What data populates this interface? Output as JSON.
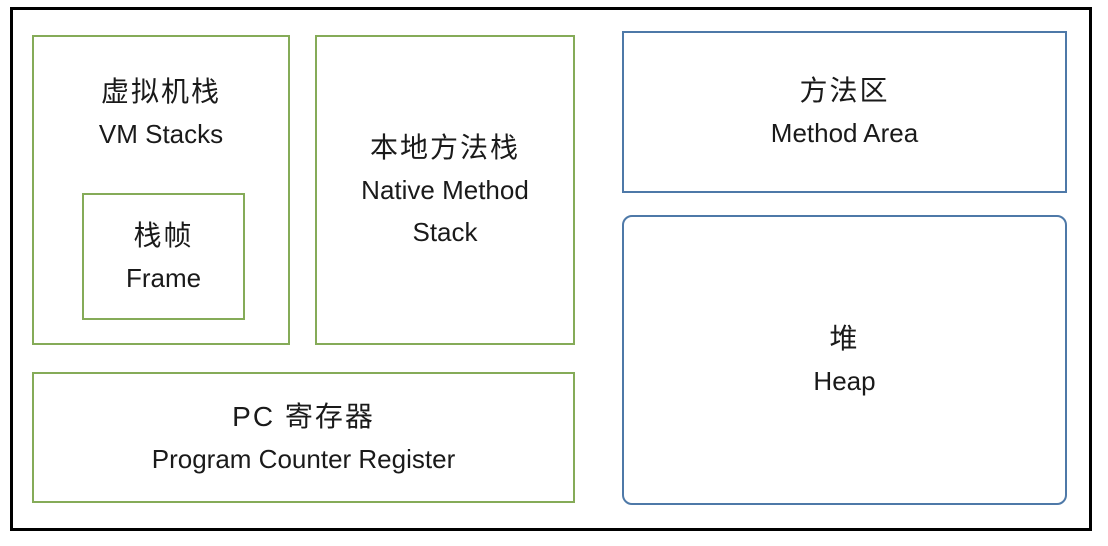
{
  "diagram": {
    "colors": {
      "outer_border": "#000000",
      "green_border": "#85ab58",
      "blue_border": "#4e79a8",
      "text": "#1a1a1a",
      "background": "#ffffff"
    },
    "boxes": {
      "vm_stacks": {
        "lines": [
          "虚拟机栈",
          "VM Stacks"
        ]
      },
      "frame": {
        "lines": [
          "栈帧",
          "Frame"
        ]
      },
      "native_method_stack": {
        "lines": [
          "本地方法栈",
          "Native Method",
          "Stack"
        ]
      },
      "pc_register": {
        "lines": [
          "PC  寄存器",
          "Program Counter Register"
        ]
      },
      "method_area": {
        "lines": [
          "方法区",
          "Method Area"
        ]
      },
      "heap": {
        "lines": [
          "堆",
          "Heap"
        ]
      }
    }
  }
}
